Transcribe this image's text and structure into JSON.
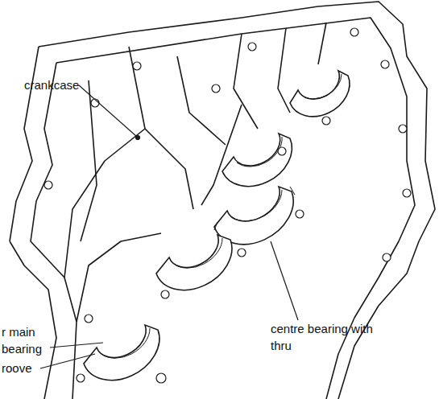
{
  "diagram": {
    "labels": [
      "crankcase",
      "r main bearing",
      "roove",
      "centre bearing with thru"
    ]
  }
}
